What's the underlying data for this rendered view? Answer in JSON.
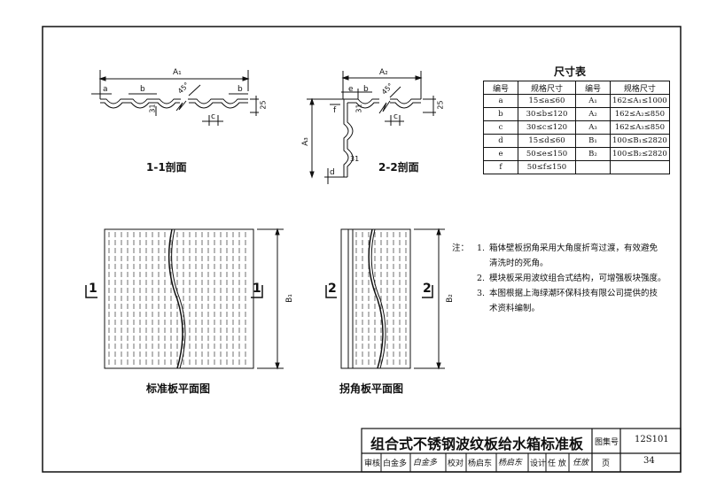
{
  "dimension_table": {
    "caption": "尺寸表",
    "headers": [
      "编号",
      "规格尺寸",
      "编号",
      "规格尺寸"
    ],
    "rows": [
      [
        "a",
        "15≤a≤60",
        "A₁",
        "162≤A₁≤1000"
      ],
      [
        "b",
        "30≤b≤120",
        "A₂",
        "162≤A₂≤850"
      ],
      [
        "c",
        "30≤c≤120",
        "A₃",
        "162≤A₃≤850"
      ],
      [
        "d",
        "15≤d≤60",
        "B₁",
        "100≤B₁≤2820"
      ],
      [
        "e",
        "50≤e≤150",
        "B₂",
        "100≤B₂≤2820"
      ],
      [
        "f",
        "50≤f≤150",
        "",
        ""
      ]
    ]
  },
  "section_views": {
    "section_1_title": "1-1剖面",
    "section_2_title": "2-2剖面",
    "dim_A1": "A₁",
    "dim_A2": "A₂",
    "dim_A3": "A₃",
    "dim_a": "a",
    "dim_b": "b",
    "dim_c": "c",
    "dim_d": "d",
    "dim_e": "e",
    "dim_f": "f",
    "angle_45": "45°",
    "val_31": "31",
    "val_25": "25"
  },
  "plan_views": {
    "standard_title": "标准板平面图",
    "corner_title": "拐角板平面图",
    "dim_B1": "B₁",
    "dim_B2": "B₂",
    "cut_1": "1",
    "cut_2": "2"
  },
  "notes": {
    "lead": "注：",
    "items": [
      {
        "num": "1.",
        "lines": [
          "箱体壁板拐角采用大角度折弯过渡，有效避免",
          "清洗时的死角。"
        ]
      },
      {
        "num": "2.",
        "lines": [
          "模块板采用波纹组合式结构，可增强板块强度。"
        ]
      },
      {
        "num": "3.",
        "lines": [
          "本图根据上海绿潮环保科技有限公司提供的技",
          "术资料编制。"
        ]
      }
    ]
  },
  "title_block": {
    "title": "组合式不锈钢波纹板给水箱标准板",
    "atlas_label": "图集号",
    "atlas_no": "12S101",
    "page_label": "页",
    "page_no": "34",
    "review_label": "审核",
    "reviewer": "白金多",
    "check_label": "校对",
    "checker": "杨启东",
    "design_label": "设计",
    "designer": "任 放"
  }
}
